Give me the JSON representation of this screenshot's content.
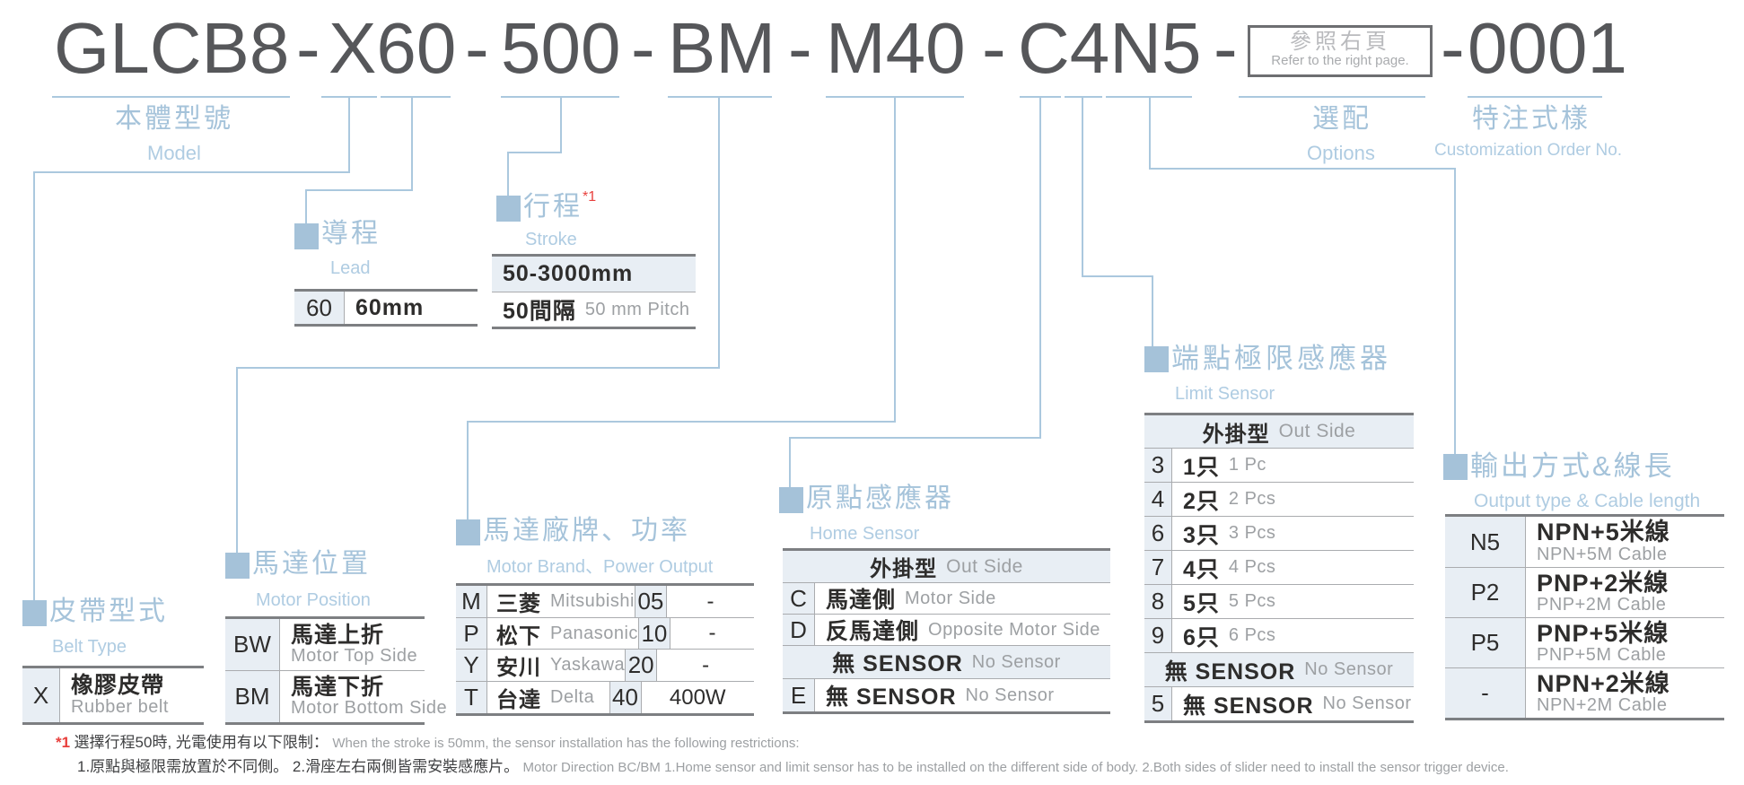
{
  "model_code": {
    "dash": "-",
    "body": "GLCB8",
    "belt_lead": "X60",
    "stroke": "500",
    "motor_position": "BM",
    "motor_brand_power": "M40",
    "sensors": "C4N5",
    "order_no": "0001"
  },
  "ref_box": {
    "zh": "參照右頁",
    "en": "Refer to the right page."
  },
  "sections": {
    "model": {
      "zh": "本體型號",
      "en": "Model"
    },
    "lead": {
      "zh": "導程",
      "en": "Lead",
      "table": {
        "code": "60",
        "value": "60mm"
      }
    },
    "stroke": {
      "zh": "行程",
      "sup": "*1",
      "en": "Stroke",
      "rows": [
        {
          "zh": "50-3000mm"
        },
        {
          "zh": "50間隔",
          "en": "50 mm Pitch"
        }
      ]
    },
    "belt": {
      "zh": "皮帶型式",
      "en": "Belt Type",
      "rows": [
        {
          "code": "X",
          "zh": "橡膠皮帶",
          "en": "Rubber belt"
        }
      ]
    },
    "motor_position": {
      "zh": "馬達位置",
      "en": "Motor Position",
      "rows": [
        {
          "code": "BW",
          "zh": "馬達上折",
          "en": "Motor Top Side"
        },
        {
          "code": "BM",
          "zh": "馬達下折",
          "en": "Motor Bottom Side"
        }
      ]
    },
    "motor_brand": {
      "zh": "馬達廠牌、功率",
      "en": "Motor Brand、Power Output",
      "rows": [
        {
          "code": "M",
          "zh": "三菱",
          "en": "Mitsubishi",
          "pcode": "05",
          "power": "-"
        },
        {
          "code": "P",
          "zh": "松下",
          "en": "Panasonic",
          "pcode": "10",
          "power": "-"
        },
        {
          "code": "Y",
          "zh": "安川",
          "en": "Yaskawa",
          "pcode": "20",
          "power": "-"
        },
        {
          "code": "T",
          "zh": "台達",
          "en": "Delta",
          "pcode": "40",
          "power": "400W"
        }
      ]
    },
    "home_sensor": {
      "zh": "原點感應器",
      "en": "Home Sensor",
      "header": {
        "zh": "外掛型",
        "en": "Out Side"
      },
      "rows": [
        {
          "code": "C",
          "zh": "馬達側",
          "en": "Motor Side"
        },
        {
          "code": "D",
          "zh": "反馬達側",
          "en": "Opposite Motor Side"
        },
        {
          "zh": "無 SENSOR",
          "en": "No Sensor"
        },
        {
          "code": "E",
          "zh": "無 SENSOR",
          "en": "No Sensor"
        }
      ]
    },
    "limit_sensor": {
      "zh": "端點極限感應器",
      "en": "Limit Sensor",
      "header": {
        "zh": "外掛型",
        "en": "Out Side"
      },
      "rows": [
        {
          "code": "3",
          "zh": "1只",
          "en": "1 Pc"
        },
        {
          "code": "4",
          "zh": "2只",
          "en": "2 Pcs"
        },
        {
          "code": "6",
          "zh": "3只",
          "en": "3 Pcs"
        },
        {
          "code": "7",
          "zh": "4只",
          "en": "4 Pcs"
        },
        {
          "code": "8",
          "zh": "5只",
          "en": "5 Pcs"
        },
        {
          "code": "9",
          "zh": "6只",
          "en": "6 Pcs"
        },
        {
          "zh": "無 SENSOR",
          "en": "No Sensor"
        },
        {
          "code": "5",
          "zh": "無 SENSOR",
          "en": "No Sensor"
        }
      ]
    },
    "output": {
      "zh": "輸出方式&線長",
      "en": "Output type & Cable length",
      "rows": [
        {
          "code": "N5",
          "zh": "NPN+5米線",
          "en": "NPN+5M Cable"
        },
        {
          "code": "P2",
          "zh": "PNP+2米線",
          "en": "PNP+2M Cable"
        },
        {
          "code": "P5",
          "zh": "PNP+5米線",
          "en": "PNP+5M Cable"
        },
        {
          "code": "-",
          "zh": "NPN+2米線",
          "en": "NPN+2M Cable"
        }
      ]
    },
    "options": {
      "zh": "選配",
      "en": "Options"
    },
    "custom": {
      "zh": "特注式樣",
      "en": "Customization Order No."
    }
  },
  "notes": {
    "ref": "*1",
    "line1_zh": "選擇行程50時, 光電使用有以下限制：",
    "line1_en": "When the stroke is 50mm, the sensor installation has  the following restrictions:",
    "line2_zh": "1.原點與極限需放置於不同側。 2.滑座左右兩側皆需安裝感應片。",
    "line2_en": "Motor Direction BC/BM 1.Home sensor and limit sensor has to be installed on the different side of body.  2.Both sides of slider need to install the sensor trigger device."
  },
  "colors": {
    "accent_blue": "#a5c2d9",
    "line_blue": "#abc8de",
    "shade": "#e8eef4",
    "dark_border": "#7d7f82",
    "text_dark": "#2e2d2c",
    "text_gray": "#9da0a3",
    "red": "#e8403d"
  }
}
